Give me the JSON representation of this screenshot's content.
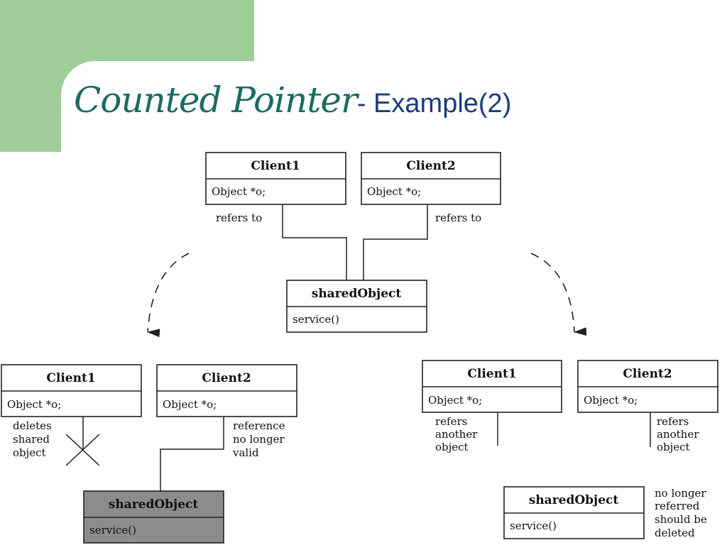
{
  "title": {
    "italic": "Counted Pointer",
    "rest": "- Example(2)"
  },
  "diagram": {
    "top": {
      "client1": {
        "name": "Client1",
        "attr": "Object *o;"
      },
      "client2": {
        "name": "Client2",
        "attr": "Object *o;"
      },
      "label_left": "refers to",
      "label_right": "refers to",
      "shared": {
        "name": "sharedObject",
        "method": "service()"
      }
    },
    "bottom_left": {
      "client1": {
        "name": "Client1",
        "attr": "Object *o;"
      },
      "client2": {
        "name": "Client2",
        "attr": "Object *o;"
      },
      "note_left": [
        "deletes",
        "shared",
        "object"
      ],
      "note_right": [
        "reference",
        "no longer",
        "valid"
      ],
      "shared": {
        "name": "sharedObject",
        "method": "service()"
      }
    },
    "bottom_right": {
      "client1": {
        "name": "Client1",
        "attr": "Object *o;"
      },
      "client2": {
        "name": "Client2",
        "attr": "Object *o;"
      },
      "note_left": [
        "refers",
        "another",
        "object"
      ],
      "note_right": [
        "refers",
        "another",
        "object"
      ],
      "shared": {
        "name": "sharedObject",
        "method": "service()"
      },
      "note_shared": [
        "no longer",
        "referred",
        "should be",
        "deleted"
      ]
    }
  },
  "colors": {
    "accent_green": "#9fce99",
    "title_teal": "#1b6b63",
    "title_blue": "#1a3d7a",
    "deleted_grey": "#8c8c8c"
  }
}
